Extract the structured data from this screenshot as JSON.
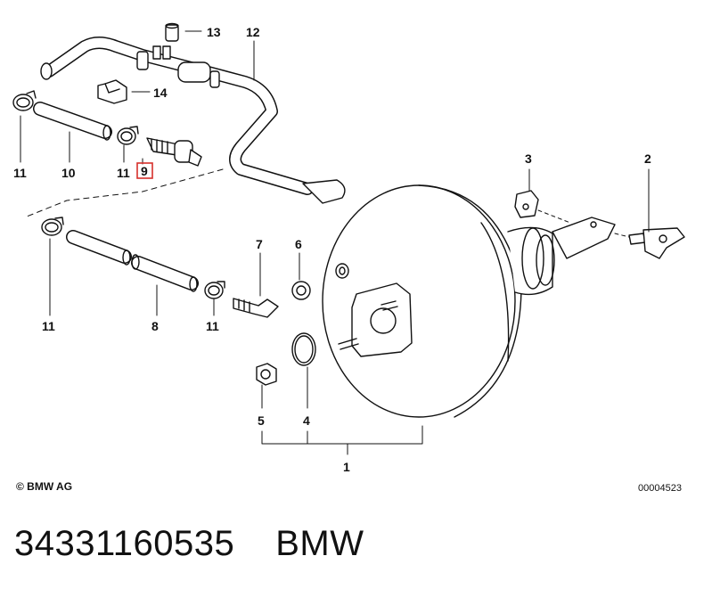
{
  "diagram": {
    "callouts": [
      "1",
      "2",
      "3",
      "4",
      "5",
      "6",
      "7",
      "8",
      "9",
      "10",
      "11",
      "12",
      "13",
      "14"
    ],
    "highlighted_callout": "9",
    "highlight_color": "#d6302b",
    "copyright": "© BMW AG",
    "drawing_number": "00004523"
  },
  "footer": {
    "part_number": "34331160535",
    "brand": "BMW"
  }
}
